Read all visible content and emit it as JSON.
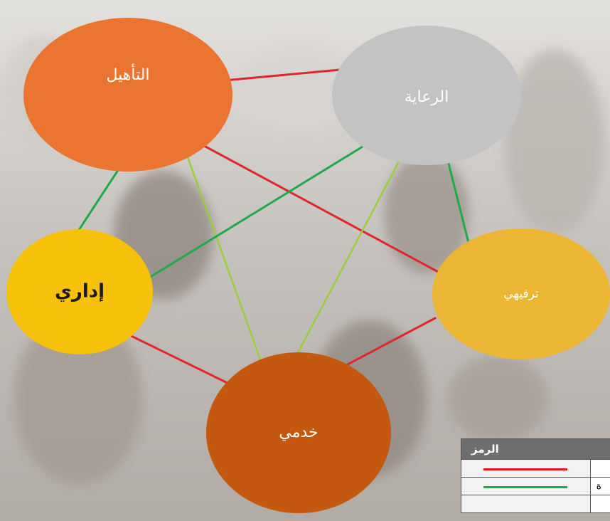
{
  "nodes": [
    {
      "id": "rehab",
      "label": "التأهيل",
      "color": "#ea7430",
      "text_color": "#ffffff"
    },
    {
      "id": "care",
      "label": "الرعاية",
      "color": "#c3c3c3",
      "text_color": "#ffffff"
    },
    {
      "id": "admin",
      "label": "إداري",
      "color": "#f6c10a",
      "text_color": "#1b1b1b"
    },
    {
      "id": "recreation",
      "label": "ترفيهي",
      "color": "#ebb634",
      "text_color": "#ffffff"
    },
    {
      "id": "service",
      "label": "خدمي",
      "color": "#c5580f",
      "text_color": "#ffffff"
    }
  ],
  "edges": [
    {
      "from": "rehab",
      "to": "care",
      "type": "red"
    },
    {
      "from": "rehab",
      "to": "admin",
      "type": "dark-green"
    },
    {
      "from": "rehab",
      "to": "service",
      "type": "light-green"
    },
    {
      "from": "rehab",
      "to": "recreation",
      "type": "red"
    },
    {
      "from": "care",
      "to": "admin",
      "type": "dark-green"
    },
    {
      "from": "care",
      "to": "service",
      "type": "light-green"
    },
    {
      "from": "care",
      "to": "recreation",
      "type": "dark-green"
    },
    {
      "from": "admin",
      "to": "service",
      "type": "red"
    },
    {
      "from": "service",
      "to": "recreation",
      "type": "red"
    }
  ],
  "line_colors": {
    "red": "#e0262d",
    "dark-green": "#1faa4a",
    "light-green": "#9ccc3c"
  },
  "legend": {
    "header": "الرمز",
    "rows": [
      {
        "color": "#e8121b",
        "text": ""
      },
      {
        "color": "#11b342",
        "text": "ة"
      },
      {
        "color": "",
        "text": ""
      }
    ]
  }
}
